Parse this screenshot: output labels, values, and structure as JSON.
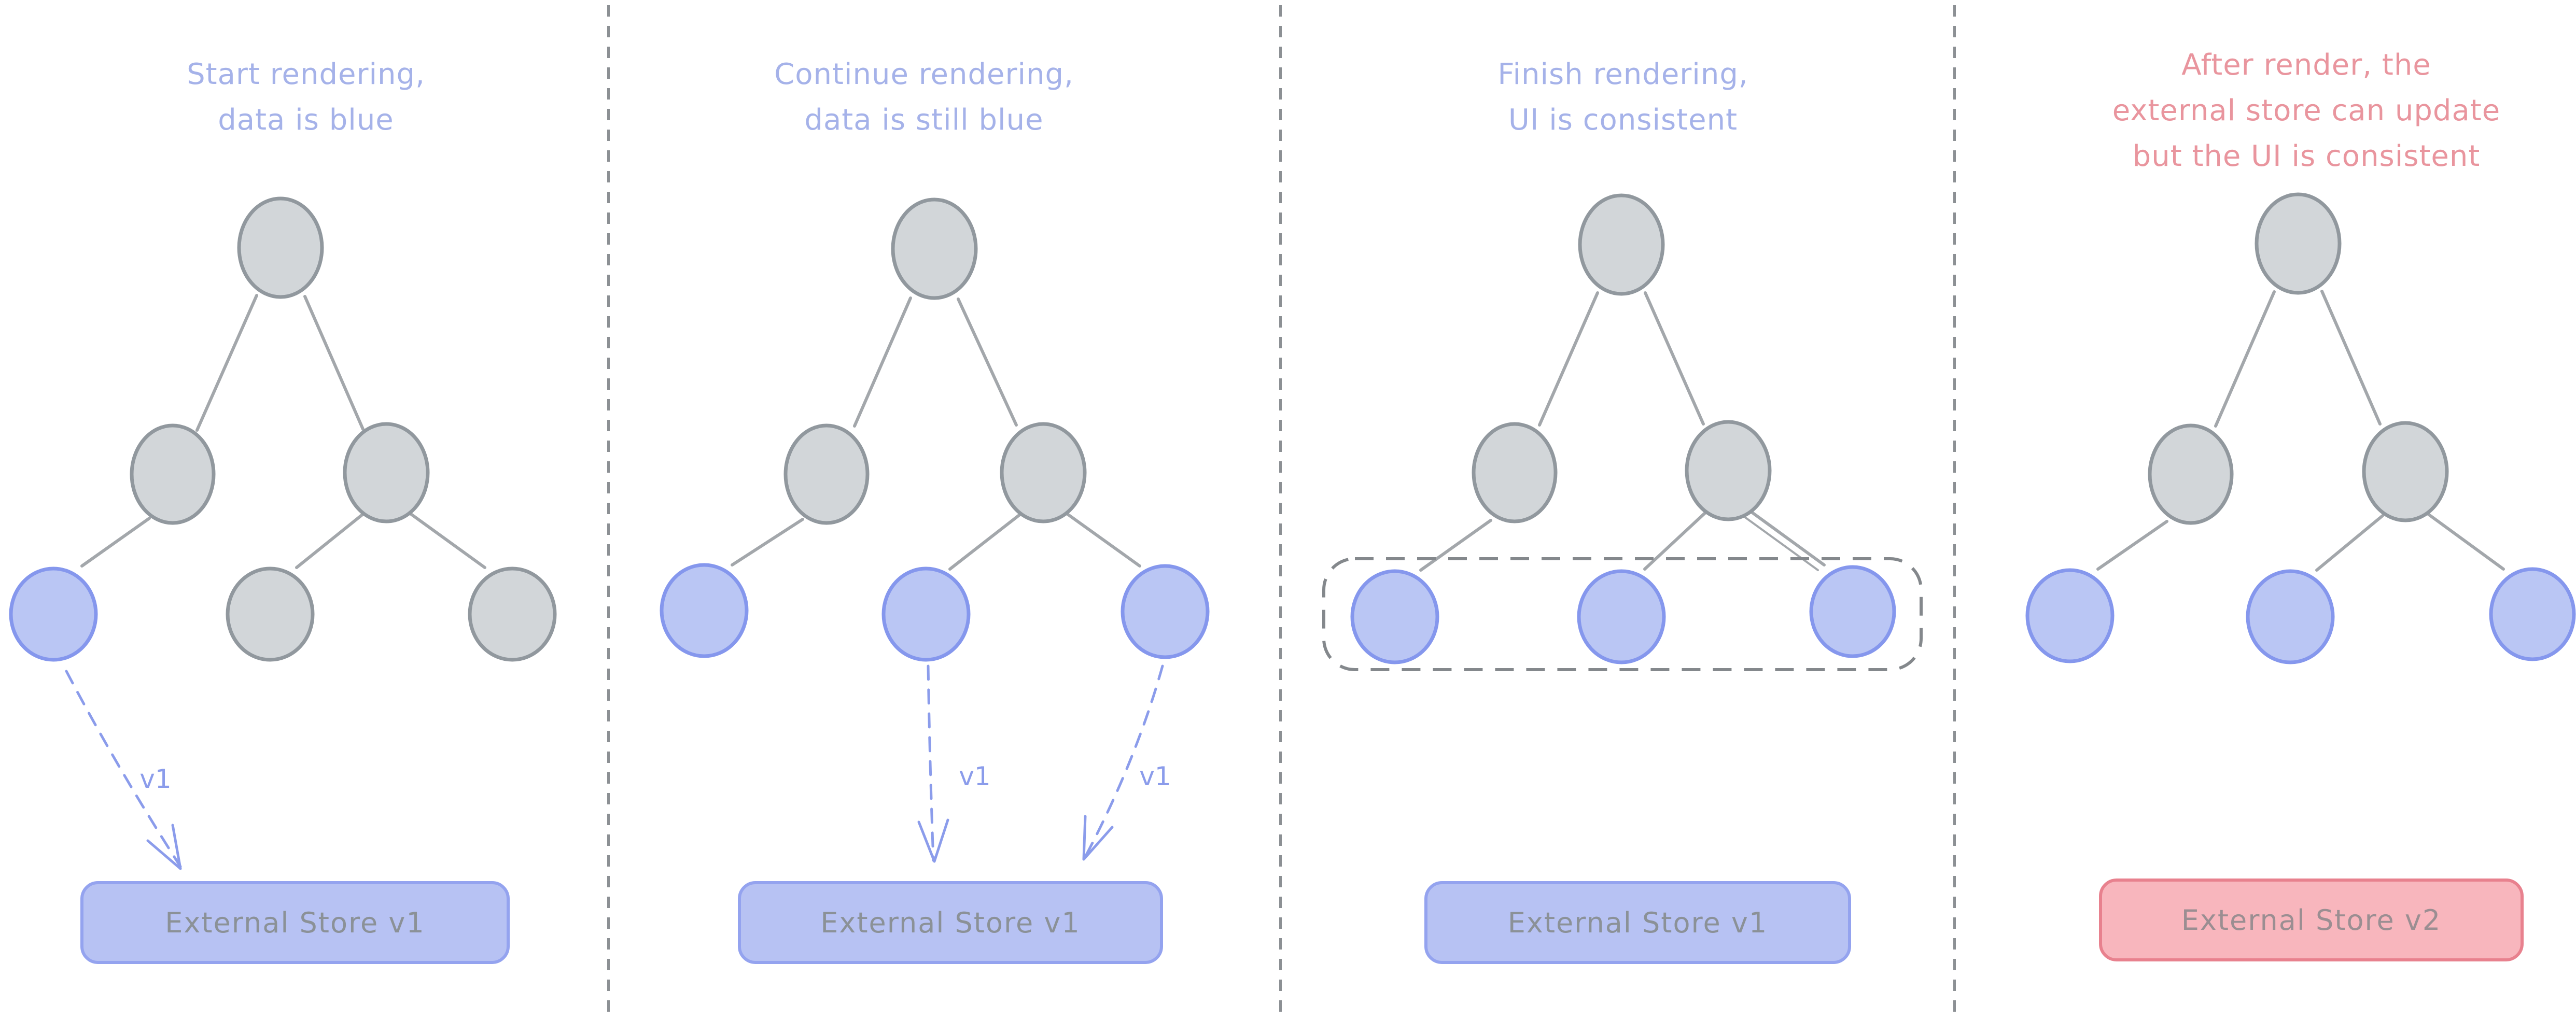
{
  "colors": {
    "background": "#ffffff",
    "divider": "#8c9094",
    "title_blue": "#a5b2e9",
    "title_red": "#e9959e",
    "node_gray_fill": "#d2d6d9",
    "node_gray_stroke": "#91989e",
    "node_blue_fill": "#bac6f4",
    "node_blue_stroke": "#8597ed",
    "edge": "#a3a7ab",
    "arrow": "#8b9ceb",
    "dashed_box": "#84888c",
    "store_blue_fill": "#b7c2f3",
    "store_blue_border": "#94a3ef",
    "store_blue_text": "#8b9197",
    "store_red_fill": "#f8b6bd",
    "store_red_border": "#e8818e",
    "store_red_text": "#9b8e92"
  },
  "panels": [
    {
      "title": "Start rendering,\ndata is blue",
      "title_color": "blue",
      "nodes": {
        "root": "gray",
        "mid_left": "gray",
        "mid_right": "gray",
        "leaf_left": "blue",
        "leaf_middle": "gray",
        "leaf_right": "gray"
      },
      "arrows": [
        {
          "label": "v1"
        }
      ],
      "store": {
        "label": "External Store v1",
        "variant": "blue"
      }
    },
    {
      "title": "Continue rendering,\ndata is still blue",
      "title_color": "blue",
      "nodes": {
        "root": "gray",
        "mid_left": "gray",
        "mid_right": "gray",
        "leaf_left": "blue",
        "leaf_middle": "blue",
        "leaf_right": "blue"
      },
      "arrows": [
        {
          "label": "v1"
        },
        {
          "label": "v1"
        }
      ],
      "store": {
        "label": "External Store v1",
        "variant": "blue"
      }
    },
    {
      "title": "Finish rendering,\nUI is consistent",
      "title_color": "blue",
      "nodes": {
        "root": "gray",
        "mid_left": "gray",
        "mid_right": "gray",
        "leaf_left": "blue",
        "leaf_middle": "blue",
        "leaf_right": "blue"
      },
      "arrows": [],
      "leaves_grouped": true,
      "store": {
        "label": "External Store v1",
        "variant": "blue"
      }
    },
    {
      "title": "After render, the\nexternal store can update\nbut the UI is consistent",
      "title_color": "red",
      "nodes": {
        "root": "gray",
        "mid_left": "gray",
        "mid_right": "gray",
        "leaf_left": "blue",
        "leaf_middle": "blue",
        "leaf_right": "blue"
      },
      "arrows": [],
      "store": {
        "label": "External Store v2",
        "variant": "red"
      }
    }
  ]
}
